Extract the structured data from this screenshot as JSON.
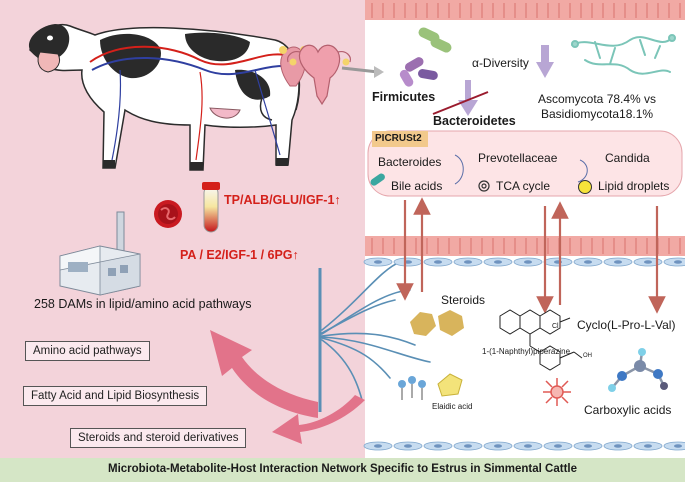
{
  "colors": {
    "left_bg": "#f3d3da",
    "right_bg": "#ffffff",
    "footer_bg": "#d5e6c6",
    "accent_red": "#d4201a",
    "arrow_pink": "#e2738a",
    "arrow_brown": "#c0655a",
    "cilia_blue": "#5a8fb5"
  },
  "host": {
    "serum_indicators": "TP/ALB/GLU/IGF-1↑",
    "hormones": "PA / E2/IGF-1 / 6PG↑",
    "metabolomics": "258 DAMs in lipid/amino acid pathways"
  },
  "pathway_boxes": [
    "Amino acid pathways",
    "Fatty Acid and Lipid Biosynthesis",
    "Steroids and steroid derivatives"
  ],
  "microbiota": {
    "phylum_1": "Firmicutes",
    "phylum_2": "Bacteroidetes",
    "diversity": "α-Diversity",
    "fungi": "Ascomycota 78.4% vs\nBasidiomycota18.1%",
    "picrust_label": "PICRUSt2",
    "genera": [
      "Bacteroides",
      "Prevotellaceae",
      "Candida"
    ],
    "functions": [
      "Bile acids",
      "TCA cycle",
      "Lipid droplets"
    ]
  },
  "metabolites": {
    "steroids": "Steroids",
    "cyclo": "Cyclo(L-Pro-L-Val)",
    "piperazine": "1-(1-Naphthyl)piperazine",
    "elaidic": "Elaidic acid",
    "carboxylic": "Carboxylic acids",
    "chem_atoms": [
      "Cl",
      "OH"
    ]
  },
  "footer": "Microbiota-Metabolite-Host Interaction Network Specific to Estrus in Simmental Cattle"
}
